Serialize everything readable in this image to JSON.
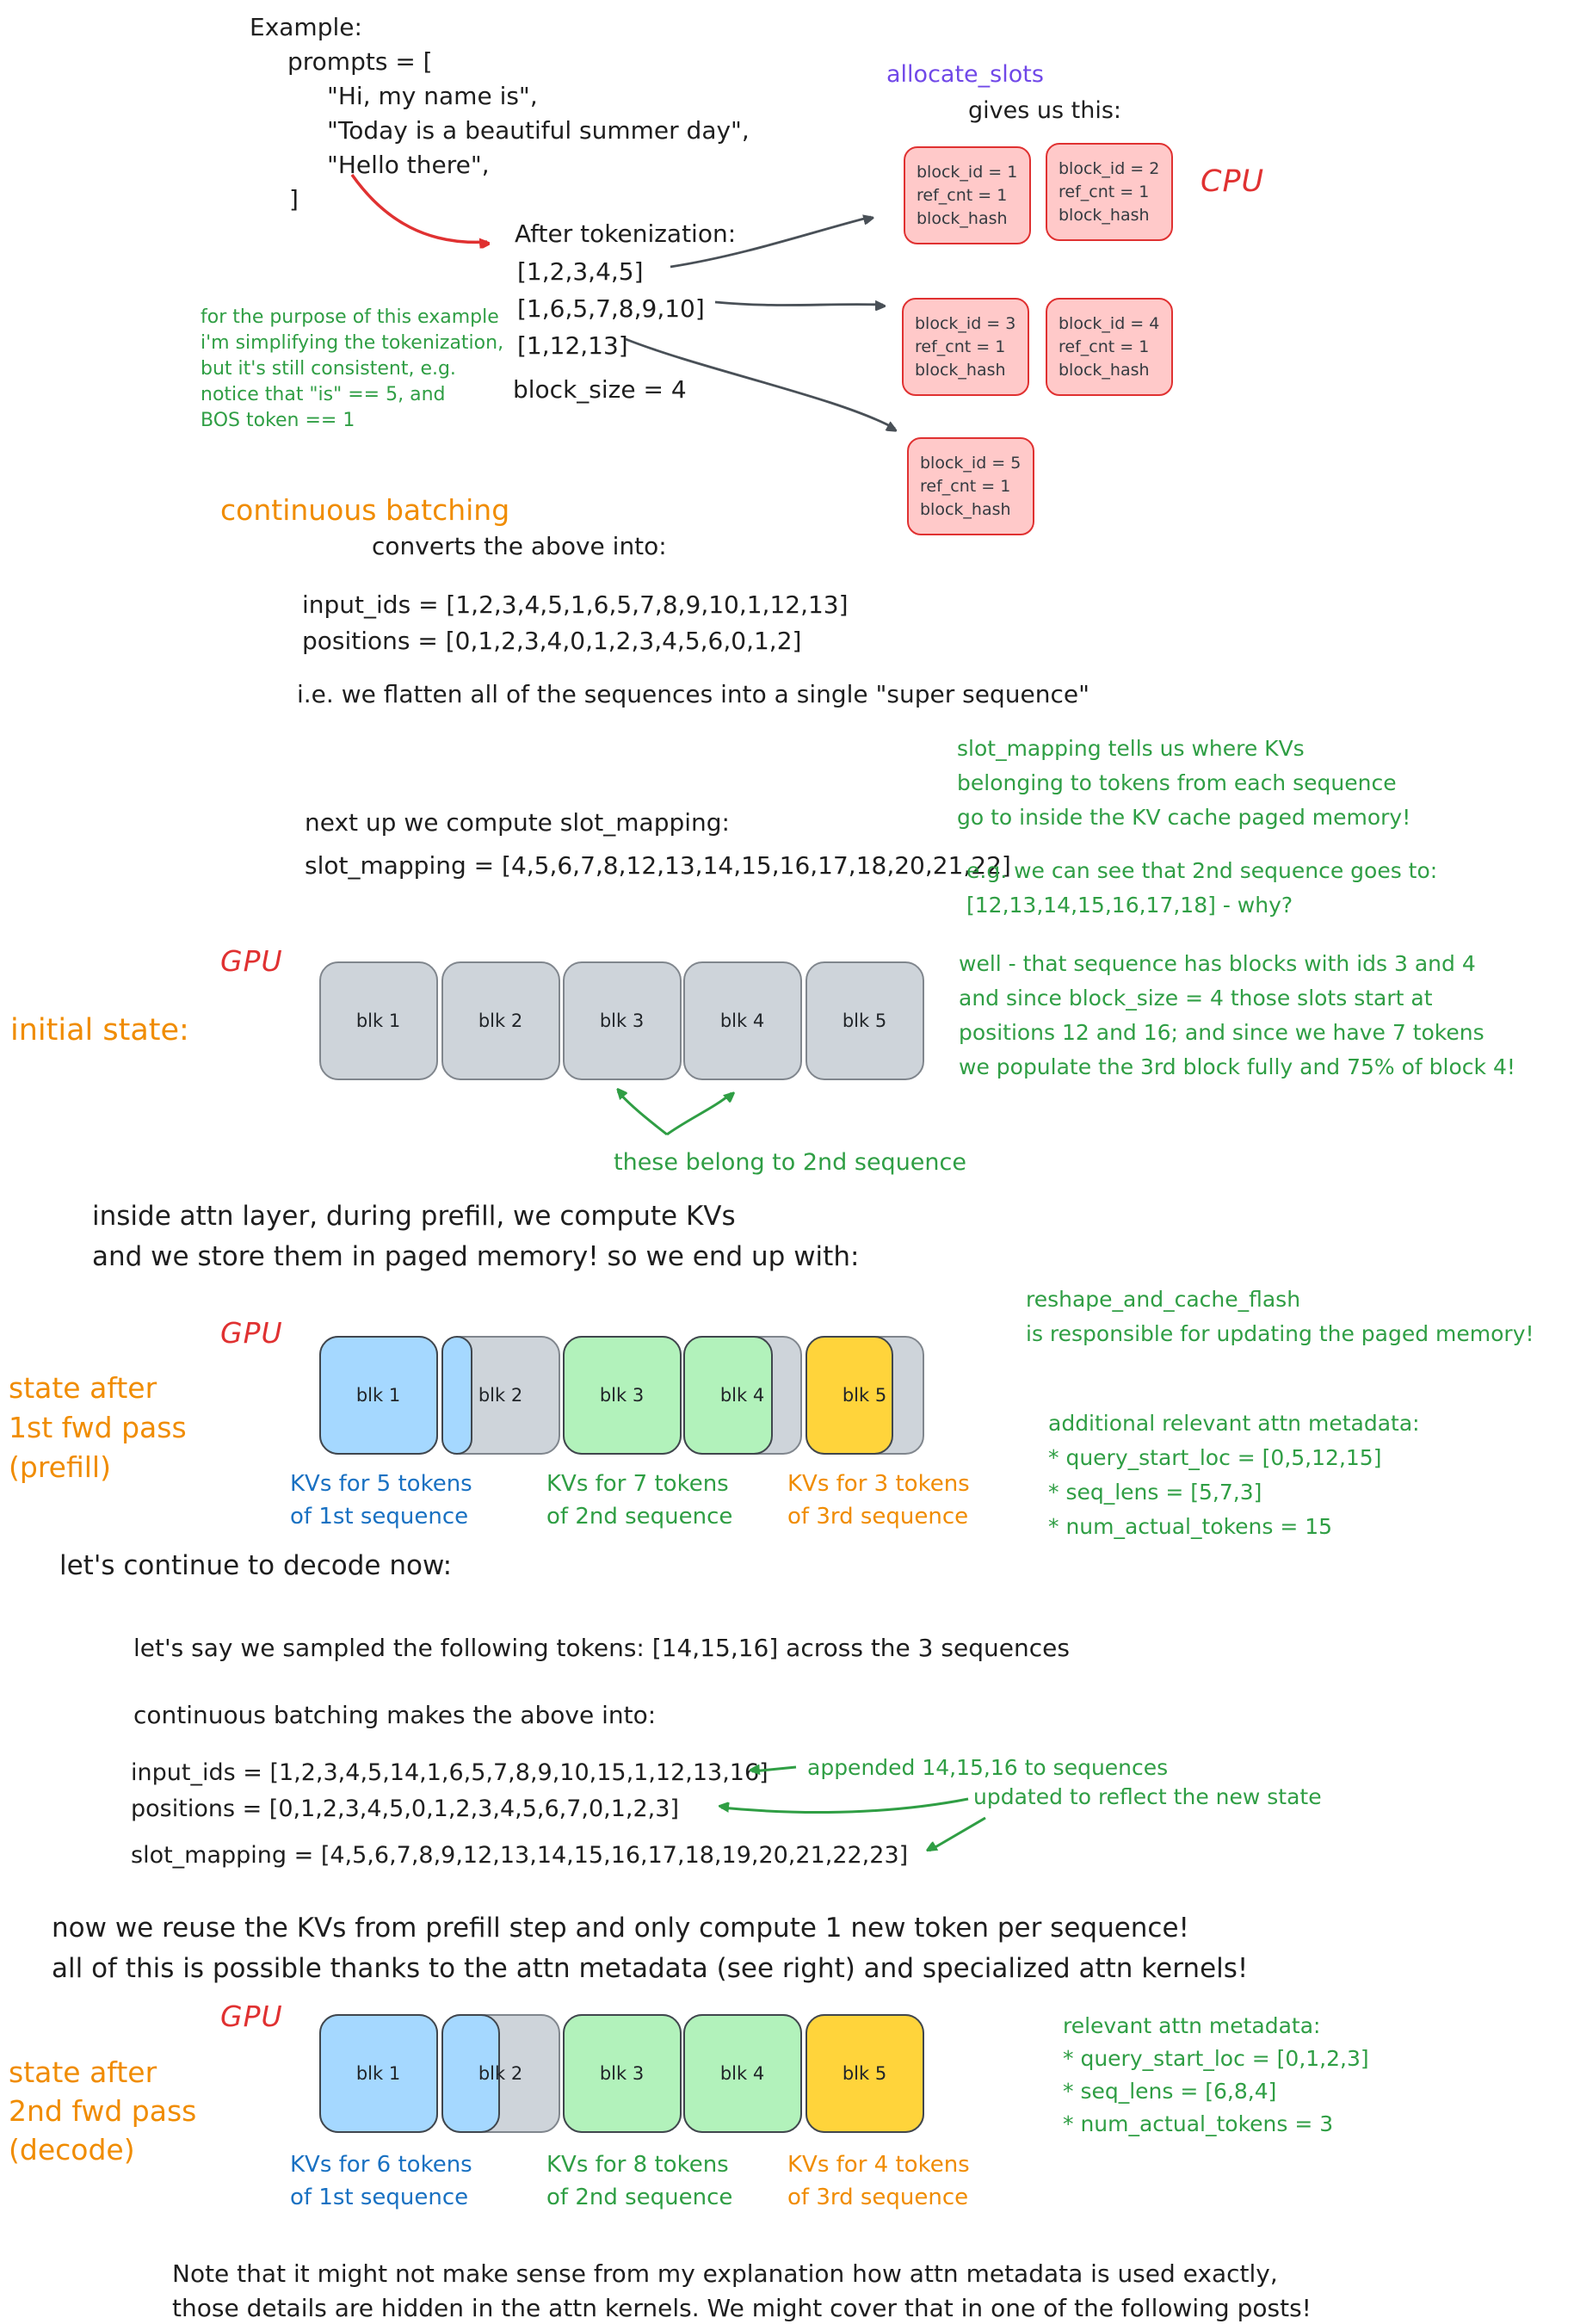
{
  "example": {
    "label": "Example:",
    "prompts_open": "prompts = [",
    "prompts": [
      "\"Hi, my name is\",",
      "\"Today is a beautiful summer day\",",
      "\"Hello there\","
    ],
    "prompts_close": "]"
  },
  "allocate": {
    "title": "allocate_slots",
    "subtitle": "gives us this:",
    "cpu_label": "CPU",
    "blocks": [
      {
        "id": "block_id = 1",
        "ref": "ref_cnt = 1",
        "hash": "block_hash"
      },
      {
        "id": "block_id = 2",
        "ref": "ref_cnt = 1",
        "hash": "block_hash"
      },
      {
        "id": "block_id = 3",
        "ref": "ref_cnt = 1",
        "hash": "block_hash"
      },
      {
        "id": "block_id = 4",
        "ref": "ref_cnt = 1",
        "hash": "block_hash"
      },
      {
        "id": "block_id = 5",
        "ref": "ref_cnt = 1",
        "hash": "block_hash"
      }
    ]
  },
  "tokenization": {
    "title": "After tokenization:",
    "sequences": [
      "[1,2,3,4,5]",
      "[1,6,5,7,8,9,10]",
      "[1,12,13]"
    ],
    "block_size": "block_size = 4",
    "note_lines": [
      "for the purpose of this example",
      "i'm simplifying the tokenization,",
      "but it's still consistent, e.g.",
      "notice that \"is\" == 5, and",
      "BOS token == 1"
    ]
  },
  "batching": {
    "title": "continuous batching",
    "subtitle": "converts the above into:",
    "input_ids": "input_ids = [1,2,3,4,5,1,6,5,7,8,9,10,1,12,13]",
    "positions": "positions = [0,1,2,3,4,0,1,2,3,4,5,6,0,1,2]",
    "flatten_note": "i.e. we flatten all of the sequences into a single \"super sequence\""
  },
  "slot_mapping": {
    "intro": "next up we compute slot_mapping:",
    "value": "slot_mapping = [4,5,6,7,8,12,13,14,15,16,17,18,20,21,22]",
    "explain_lines": [
      "slot_mapping tells us where KVs",
      "belonging to tokens from each sequence",
      "go to inside the KV cache paged memory!"
    ],
    "example_lines": [
      "e.g. we can see that 2nd sequence goes to:",
      "[12,13,14,15,16,17,18] - why?"
    ]
  },
  "initial_state": {
    "gpu_label": "GPU",
    "title": "initial state:",
    "blocks": [
      "blk 1",
      "blk 2",
      "blk 3",
      "blk 4",
      "blk 5"
    ],
    "why_lines": [
      "well - that sequence has blocks with ids 3 and 4",
      "and since block_size = 4 those slots start at",
      "positions 12 and 16; and since we have 7 tokens",
      "we populate the 3rd block fully and 75% of block 4!"
    ],
    "belong_note": "these belong to 2nd sequence"
  },
  "prefill": {
    "intro_lines": [
      "inside attn layer, during prefill, we compute KVs",
      "and we store them in paged memory! so we end up with:"
    ],
    "gpu_label": "GPU",
    "state_lines": [
      "state after",
      "1st fwd pass",
      "(prefill)"
    ],
    "blocks": [
      "blk 1",
      "blk 2",
      "blk 3",
      "blk 4",
      "blk 5"
    ],
    "captions": [
      {
        "l1": "KVs for 5 tokens",
        "l2": "of 1st sequence"
      },
      {
        "l1": "KVs for 7 tokens",
        "l2": "of 2nd sequence"
      },
      {
        "l1": "KVs for 3 tokens",
        "l2": "of 3rd sequence"
      }
    ],
    "reshape_lines": [
      "reshape_and_cache_flash",
      "is responsible for updating the paged memory!"
    ],
    "metadata_lines": [
      "additional relevant attn metadata:",
      "* query_start_loc = [0,5,12,15]",
      "* seq_lens = [5,7,3]",
      "* num_actual_tokens = 15"
    ]
  },
  "decode": {
    "heading": "let's continue to decode now:",
    "sampled_note": "let's say we sampled the following tokens: [14,15,16] across the 3 sequences",
    "batching_note": "continuous batching makes the above into:",
    "input_ids": "input_ids = [1,2,3,4,5,14,1,6,5,7,8,9,10,15,1,12,13,16]",
    "positions": "positions = [0,1,2,3,4,5,0,1,2,3,4,5,6,7,0,1,2,3]",
    "slot_mapping": "slot_mapping = [4,5,6,7,8,9,12,13,14,15,16,17,18,19,20,21,22,23]",
    "appended_note": "appended 14,15,16 to sequences",
    "updated_note": "updated to reflect the new state",
    "reuse_lines": [
      "now we reuse the KVs from prefill step and only compute 1 new token per sequence!",
      "all of this is possible thanks to the attn metadata (see right) and specialized attn kernels!"
    ],
    "gpu_label": "GPU",
    "state_lines": [
      "state after",
      "2nd fwd pass",
      "(decode)"
    ],
    "blocks": [
      "blk 1",
      "blk 2",
      "blk 3",
      "blk 4",
      "blk 5"
    ],
    "captions": [
      {
        "l1": "KVs for 6 tokens",
        "l2": "of 1st sequence"
      },
      {
        "l1": "KVs for 8 tokens",
        "l2": "of 2nd sequence"
      },
      {
        "l1": "KVs for 4 tokens",
        "l2": "of 3rd sequence"
      }
    ],
    "metadata_lines": [
      "relevant attn metadata:",
      "* query_start_loc = [0,1,2,3]",
      "* seq_lens = [6,8,4]",
      "* num_actual_tokens = 3"
    ]
  },
  "footer_lines": [
    "Note that it might not make sense from my explanation how attn metadata is used exactly,",
    "those details are hidden in the attn kernels. We might cover that in one of the following posts!"
  ],
  "colors": {
    "red": "#e03131",
    "green": "#2f9e44",
    "orange": "#f08c00",
    "blue": "#1971c2",
    "purple": "#7048e8",
    "pink_fill": "#ffc9c9",
    "gray_fill": "#ced4da",
    "blue_fill": "#a5d8ff",
    "green_fill": "#b2f2bb",
    "yellow_fill": "#ffd43b"
  }
}
